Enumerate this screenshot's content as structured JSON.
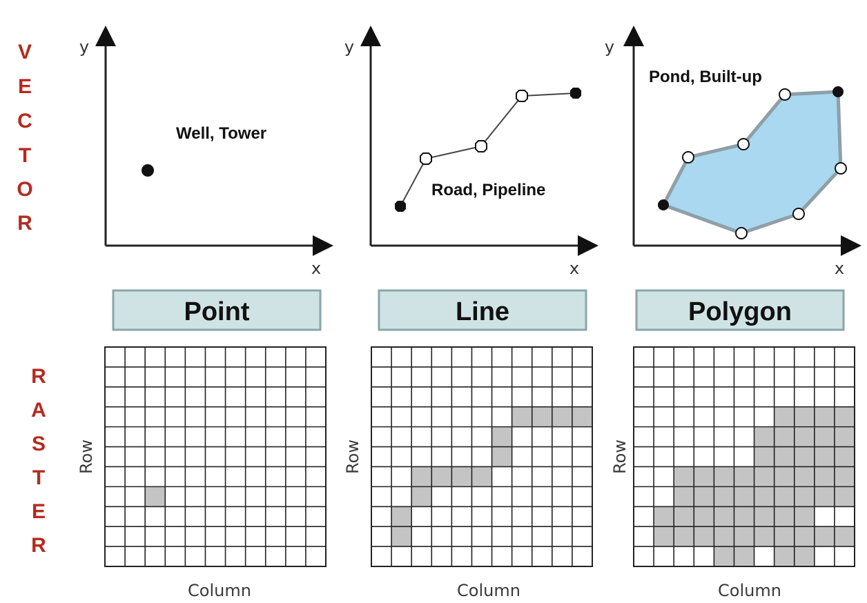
{
  "vector_label": [
    "V",
    "E",
    "C",
    "T",
    "O",
    "R"
  ],
  "raster_label": [
    "R",
    "A",
    "S",
    "T",
    "E",
    "R"
  ],
  "axis_letters": {
    "x": "x",
    "y": "y"
  },
  "panels": [
    {
      "category": "Point",
      "feature_label": "Well, Tower",
      "row_label": "Row",
      "column_label": "Column"
    },
    {
      "category": "Line",
      "feature_label": "Road, Pipeline",
      "row_label": "Row",
      "column_label": "Column"
    },
    {
      "category": "Polygon",
      "feature_label": "Pond, Built-up",
      "row_label": "Row",
      "column_label": "Column"
    }
  ],
  "colors": {
    "side_label": "#b52a1f",
    "category_box": "#cfe3e4",
    "polygon_fill": "#a9d8f0",
    "raster_cell": "#c4c4c4"
  },
  "raster": {
    "rows": 11,
    "cols": 11,
    "point_cells": [
      [
        7,
        2
      ]
    ],
    "line_cells": [
      [
        3,
        7
      ],
      [
        3,
        8
      ],
      [
        3,
        9
      ],
      [
        3,
        10
      ],
      [
        4,
        6
      ],
      [
        5,
        6
      ],
      [
        6,
        2
      ],
      [
        6,
        3
      ],
      [
        6,
        4
      ],
      [
        6,
        5
      ],
      [
        7,
        2
      ],
      [
        8,
        1
      ],
      [
        9,
        1
      ]
    ],
    "polygon_cells": [
      [
        3,
        7
      ],
      [
        3,
        8
      ],
      [
        3,
        9
      ],
      [
        3,
        10
      ],
      [
        4,
        6
      ],
      [
        4,
        7
      ],
      [
        4,
        8
      ],
      [
        4,
        9
      ],
      [
        4,
        10
      ],
      [
        5,
        6
      ],
      [
        5,
        7
      ],
      [
        5,
        8
      ],
      [
        5,
        9
      ],
      [
        5,
        10
      ],
      [
        6,
        2
      ],
      [
        6,
        3
      ],
      [
        6,
        4
      ],
      [
        6,
        5
      ],
      [
        6,
        6
      ],
      [
        6,
        7
      ],
      [
        6,
        8
      ],
      [
        6,
        9
      ],
      [
        6,
        10
      ],
      [
        7,
        2
      ],
      [
        7,
        3
      ],
      [
        7,
        4
      ],
      [
        7,
        5
      ],
      [
        7,
        6
      ],
      [
        7,
        7
      ],
      [
        7,
        8
      ],
      [
        7,
        9
      ],
      [
        7,
        10
      ],
      [
        8,
        1
      ],
      [
        8,
        2
      ],
      [
        8,
        3
      ],
      [
        8,
        4
      ],
      [
        8,
        5
      ],
      [
        8,
        6
      ],
      [
        8,
        7
      ],
      [
        8,
        8
      ],
      [
        9,
        1
      ],
      [
        9,
        2
      ],
      [
        9,
        3
      ],
      [
        9,
        4
      ],
      [
        9,
        5
      ],
      [
        9,
        6
      ],
      [
        9,
        7
      ],
      [
        9,
        8
      ],
      [
        9,
        9
      ],
      [
        9,
        10
      ],
      [
        10,
        4
      ],
      [
        10,
        5
      ],
      [
        10,
        7
      ],
      [
        10,
        8
      ]
    ]
  }
}
